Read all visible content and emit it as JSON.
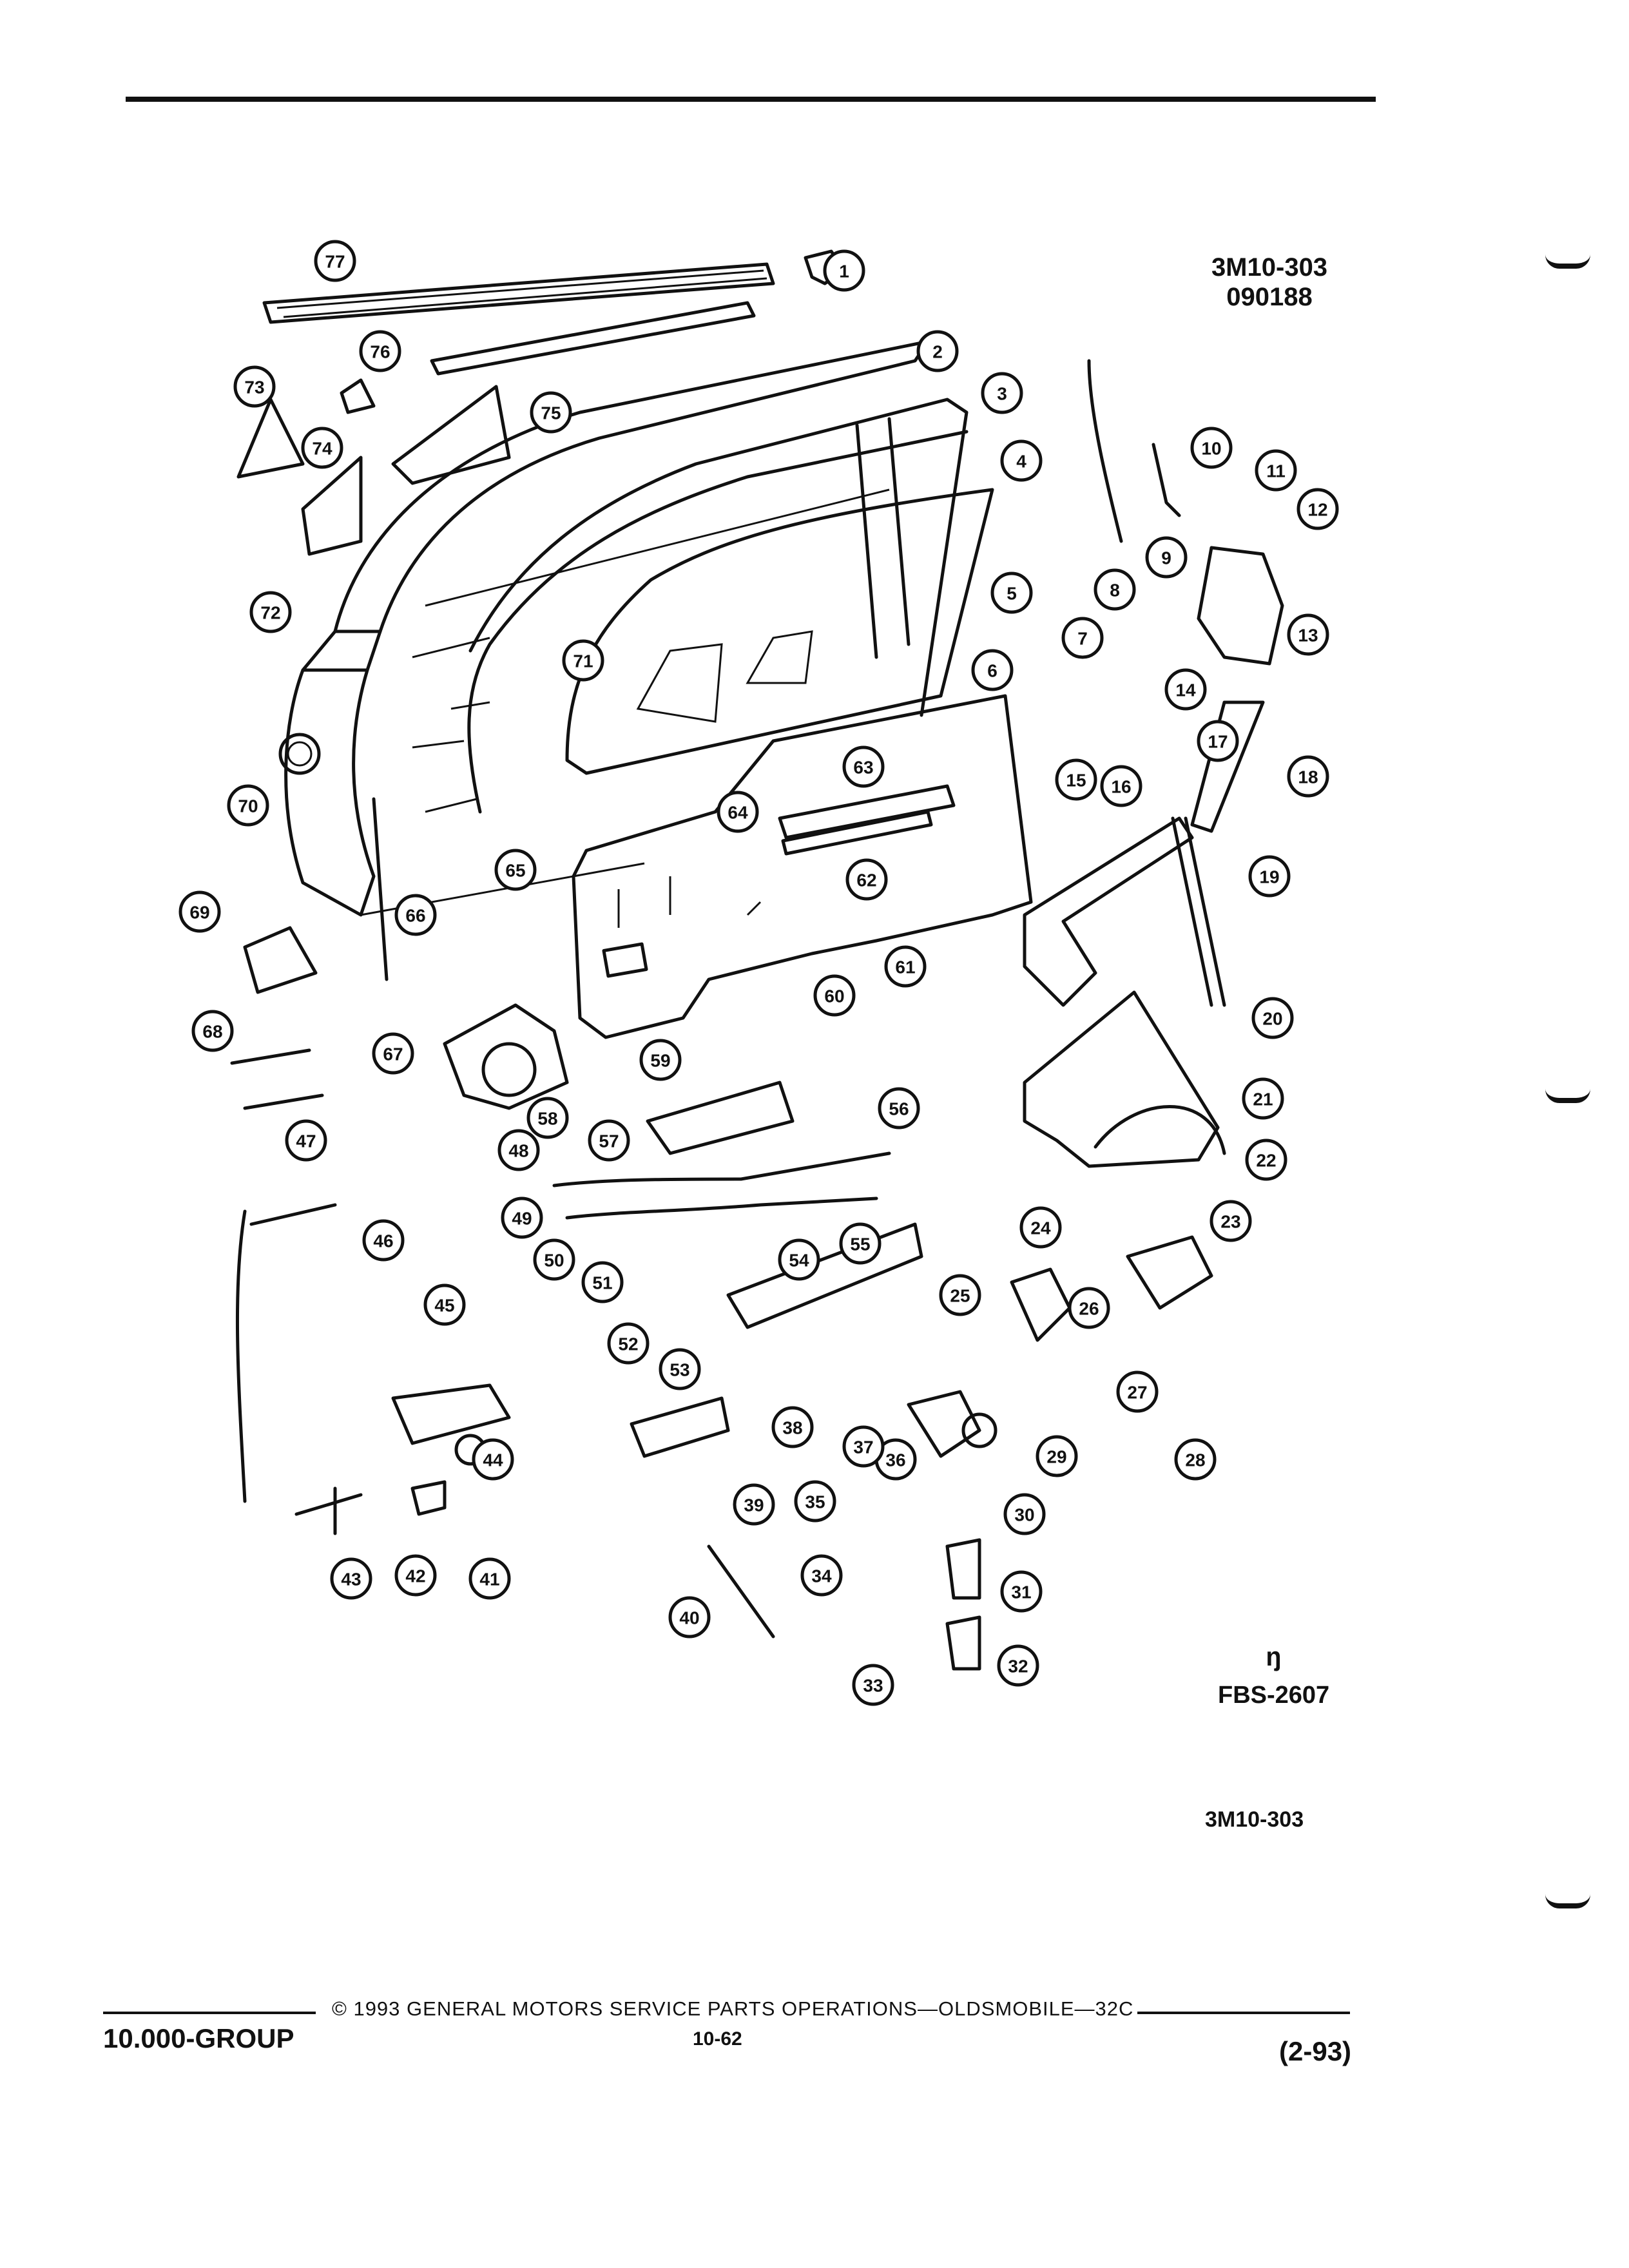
{
  "header": {
    "diagram_code": "3M10-303",
    "diagram_date": "090188"
  },
  "callouts": [
    "1",
    "2",
    "3",
    "4",
    "5",
    "6",
    "7",
    "8",
    "9",
    "10",
    "11",
    "12",
    "13",
    "14",
    "15",
    "16",
    "17",
    "18",
    "19",
    "20",
    "21",
    "22",
    "23",
    "24",
    "25",
    "26",
    "27",
    "28",
    "29",
    "30",
    "31",
    "32",
    "33",
    "34",
    "35",
    "36",
    "37",
    "38",
    "39",
    "40",
    "41",
    "42",
    "43",
    "44",
    "45",
    "46",
    "47",
    "48",
    "49",
    "50",
    "51",
    "52",
    "53",
    "54",
    "55",
    "56",
    "57",
    "58",
    "59",
    "60",
    "61",
    "62",
    "63",
    "64",
    "65",
    "66",
    "67",
    "68",
    "69",
    "70",
    "71",
    "72",
    "73",
    "74",
    "75",
    "76",
    "77"
  ],
  "logo_text": "ᵑ",
  "figure_code": "FBS-2607",
  "lower_code": "3M10-303",
  "footer": {
    "group": "10.000-GROUP",
    "copyright": "© 1993 GENERAL MOTORS SERVICE PARTS OPERATIONS—OLDSMOBILE—32C",
    "page": "10-62",
    "date": "(2-93)"
  }
}
